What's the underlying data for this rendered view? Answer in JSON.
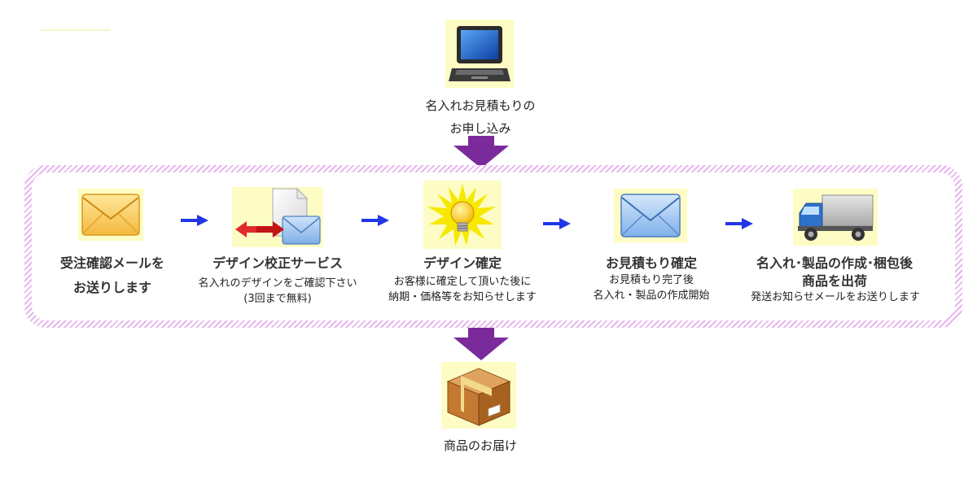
{
  "start": {
    "icon": "laptop-icon",
    "label_line1": "名入れお見積もりの",
    "label_line2": "お申し込み"
  },
  "steps": [
    {
      "icon": "envelope-icon",
      "title_line1": "受注確認メールを",
      "title_line2": "お送りします"
    },
    {
      "icon": "document-mail-exchange-icon",
      "title": "デザイン校正サービス",
      "sub_line1": "名入れのデザインをご確認下さい",
      "sub_line2": "(3回まで無料)"
    },
    {
      "icon": "lightbulb-icon",
      "title": "デザイン確定",
      "sub_line1": "お客様に確定して頂いた後に",
      "sub_line2": "納期・価格等をお知らせします"
    },
    {
      "icon": "blue-envelope-icon",
      "title": "お見積もり確定",
      "sub_line1": "お見積もり完了後",
      "sub_line2": "名入れ・製品の作成開始"
    },
    {
      "icon": "truck-icon",
      "title_line1": "名入れ･製品の作成･梱包後",
      "title_line2": "商品を出荷",
      "sub_line1": "発送お知らせメールをお送りします"
    }
  ],
  "end": {
    "icon": "package-icon",
    "label": "商品のお届け"
  },
  "colors": {
    "tile_bg": "#fdfcc4",
    "frame_hatch": "#e7b6ee",
    "big_arrow": "#7b2a9c",
    "step_arrow": "#2136e6"
  }
}
